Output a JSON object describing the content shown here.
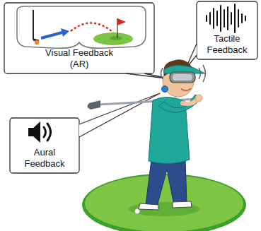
{
  "diagram": {
    "nodes": [
      {
        "text": [
          "Visual Feedback (AR)"
        ]
      },
      {
        "text": [
          "Tactile Feedback"
        ]
      },
      {
        "text": [
          "Aural Feedback"
        ]
      }
    ]
  }
}
